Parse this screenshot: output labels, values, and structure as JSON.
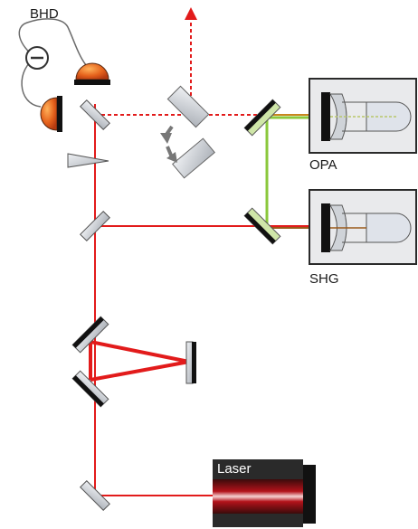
{
  "labels": {
    "bhd": "BHD",
    "opa": "OPA",
    "shg": "SHG",
    "laser": "Laser"
  },
  "colors": {
    "beam_red": "#e21b1b",
    "beam_green": "#8bc83c",
    "box_fill": "#e9eaec",
    "mirror_fill": "#c9cdd3",
    "mirror_back": "#111111",
    "detector_orange": "#e76a1f",
    "laser_body": "#2a2a2a"
  },
  "icons": {
    "top_beam_arrow": "arrow-up-icon",
    "move_arrows": "move-arrows-icon",
    "detector_top": "photodetector-icon",
    "detector_left": "photodetector-icon",
    "subtractor": "minus-circle-icon"
  }
}
